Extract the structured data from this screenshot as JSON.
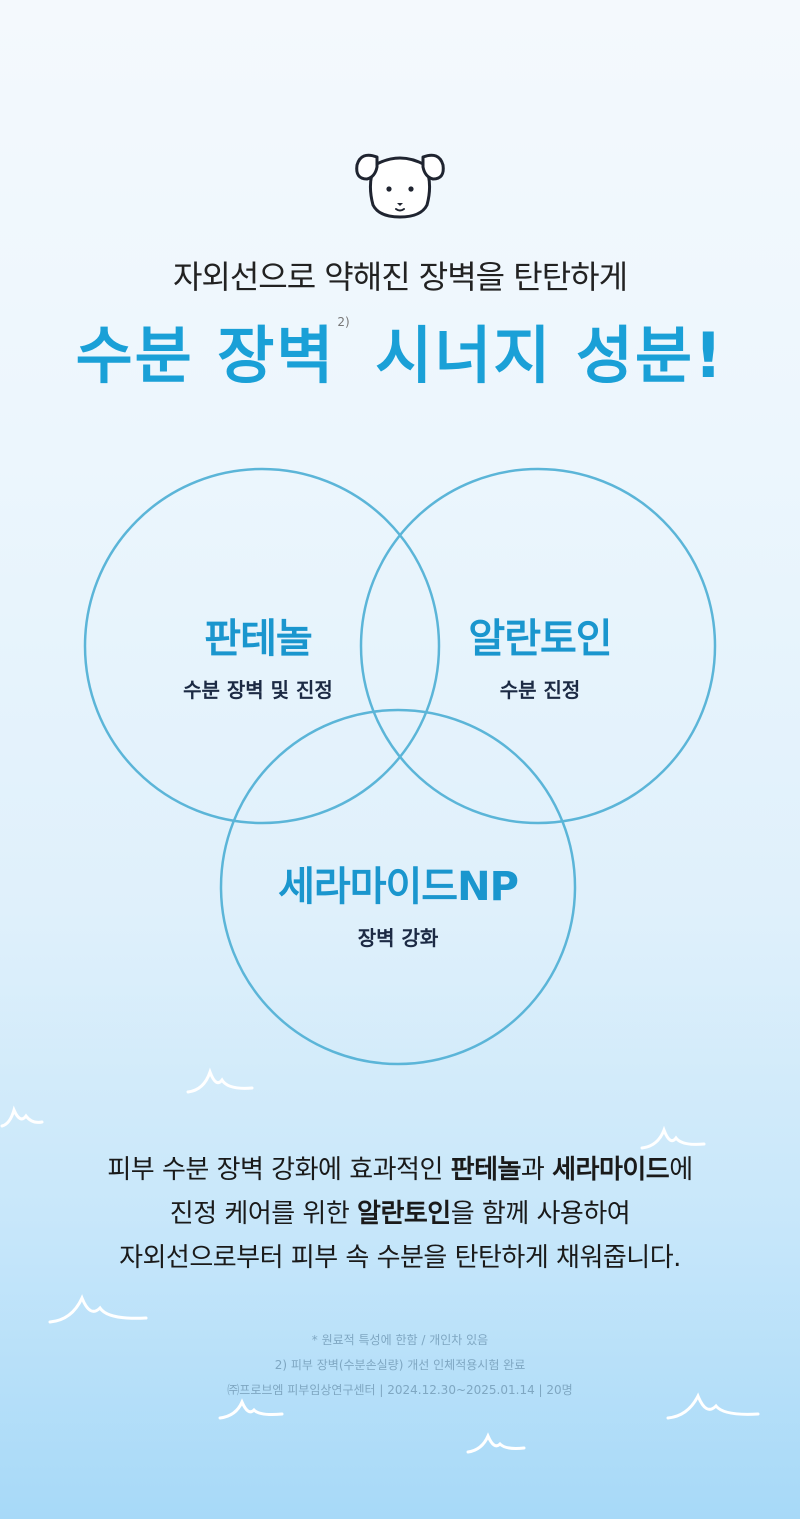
{
  "headline": {
    "sub": "자외선으로 약해진 장벽을 탄탄하게",
    "main_part1": "수분 장벽",
    "footnote_mark": "2)",
    "main_part2": "시너지 성분!"
  },
  "ingredients": [
    {
      "name": "판테놀",
      "desc": "수분 장벽 및 진정"
    },
    {
      "name": "알란토인",
      "desc": "수분 진정"
    },
    {
      "name": "세라마이드NP",
      "desc": "장벽 강화"
    }
  ],
  "body": {
    "line1_a": "피부 수분 장벽 강화에 효과적인 ",
    "line1_b": "판테놀",
    "line1_c": "과 ",
    "line1_d": "세라마이드",
    "line1_e": "에",
    "line2_a": "진정 케어를 위한 ",
    "line2_b": "알란토인",
    "line2_c": "을 함께 사용하여",
    "line3": "자외선으로부터 피부 속 수분을 탄탄하게 채워줍니다."
  },
  "notes": [
    "* 원료적 특성에 한함 / 개인차 있음",
    "2) 피부 장벽(수분손실량) 개선 인체적용시험 완료",
    "㈜프로브엠 피부임상연구센터 | 2024.12.30~2025.01.14 | 20명"
  ],
  "colors": {
    "accent": "#1aa0d7",
    "circle": "#5bb5d8",
    "dark_text": "#1c2a44"
  },
  "icons": [
    "dog-mascot-icon",
    "wave-icon"
  ]
}
